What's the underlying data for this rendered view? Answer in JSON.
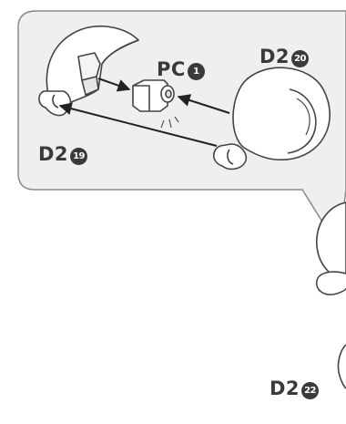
{
  "labels": {
    "pc1": {
      "text": "PC",
      "num": "1"
    },
    "d2_20": {
      "text": "D2",
      "num": "20"
    },
    "d2_19": {
      "text": "D2",
      "num": "19"
    },
    "d2_22": {
      "text": "D2",
      "num": "22"
    }
  },
  "colors": {
    "callout_fill": "#efefef",
    "callout_stroke": "#8a8a8a",
    "part_fill": "#ffffff",
    "part_stroke": "#444444",
    "arrow": "#222222",
    "label_text": "#3a3a3a"
  },
  "icons": [
    "helmet-shell-part",
    "dome-head-part",
    "polycap-part",
    "arrow",
    "callout-bubble"
  ]
}
